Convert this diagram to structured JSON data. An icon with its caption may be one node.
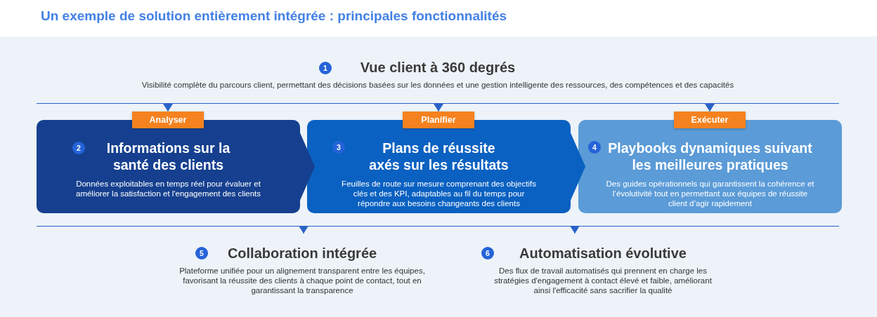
{
  "diagram": {
    "title": "Un exemple de solution entièrement intégrée : principales fonctionnalités",
    "nodes": [
      {
        "text": [
          "1",
          "Vue client à 360 degrés",
          "Visibilité complète du parcours client, permettant des décisions basées sur les données et une gestion intelligente des ressources, des compétences et des capacités"
        ]
      },
      {
        "text": [
          "Analyser"
        ]
      },
      {
        "text": [
          "Planifier"
        ]
      },
      {
        "text": [
          "Exécuter"
        ]
      },
      {
        "text": [
          "2",
          "Informations sur la santé des clients",
          "Données exploitables en temps réel pour évaluer et améliorer la satisfaction et l'engagement des clients"
        ]
      },
      {
        "text": [
          "3",
          "Plans de réussite axés sur les résultats",
          "Feuilles de route sur mesure comprenant des objectifs clés et des KPI, adaptables au fil du temps pour répondre aux besoins changeants des clients"
        ]
      },
      {
        "text": [
          "4",
          "Playbooks dynamiques suivant les meilleures pratiques",
          "Des guides opérationnels qui garantissent la cohérence et l’évolutivité tout en permettant aux équipes de réussite client d’agir rapidement"
        ]
      },
      {
        "text": [
          "5",
          "Collaboration intégrée",
          "Plateforme unifiée pour un alignement transparent entre les équipes, favorisant la réussite des clients à chaque point de contact, tout en garantissant la transparence"
        ]
      },
      {
        "text": [
          "6",
          "Automatisation évolutive",
          "Des flux de travail automatisés qui prennent en charge les stratégies d'engagement à contact élevé et faible, améliorant ainsi l'efficacité sans sacrifier la qualité"
        ]
      }
    ],
    "edges": [
      {
        "from": 0,
        "to": 1,
        "arrow": "to"
      },
      {
        "from": 0,
        "to": 2,
        "arrow": "to"
      },
      {
        "from": 0,
        "to": 3,
        "arrow": "to"
      },
      {
        "from": 4,
        "to": 5,
        "arrow": "to",
        "color": "#16408f"
      },
      {
        "from": 5,
        "to": 6,
        "arrow": "to",
        "color": "#0a61c1"
      },
      {
        "from": null,
        "to": 7,
        "arrow": "to"
      },
      {
        "from": null,
        "to": 8,
        "arrow": "to"
      }
    ]
  }
}
